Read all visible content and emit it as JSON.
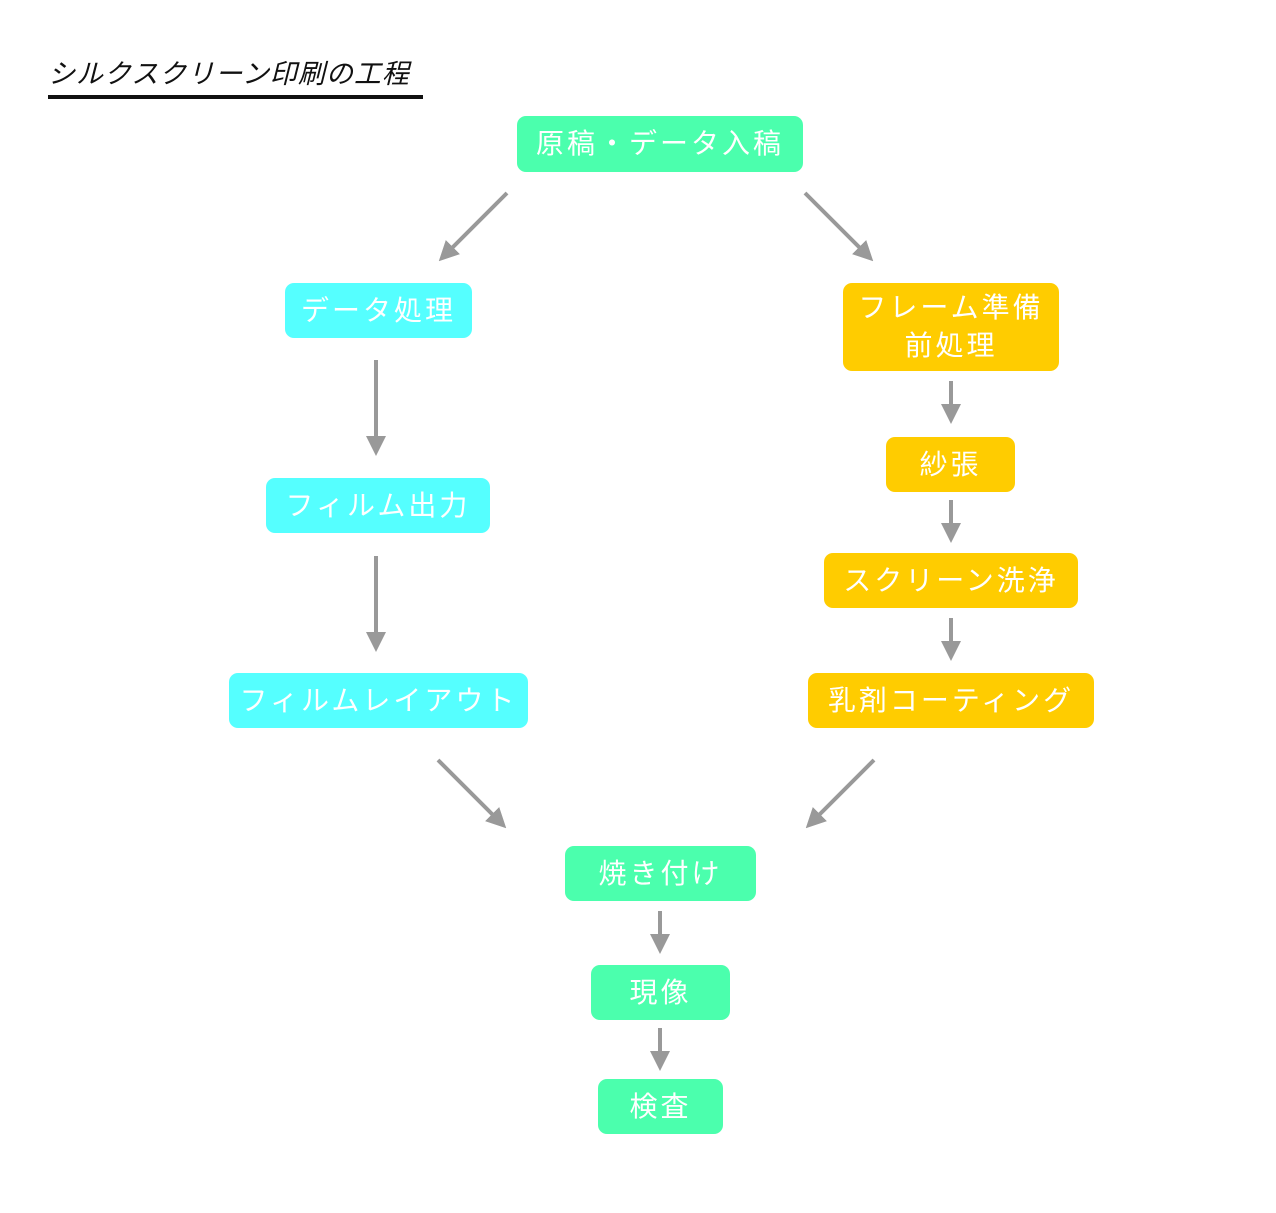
{
  "title": "シルクスクリーン印刷の工程",
  "colors": {
    "common": "#4bffad",
    "data_branch": "#55ffff",
    "frame_branch": "#ffcc00",
    "arrow": "#999999"
  },
  "nodes": {
    "start": "原稿・データ入稿",
    "data_processing": "データ処理",
    "film_output": "フィルム出力",
    "film_layout": "フィルムレイアウト",
    "frame_prep": "フレーム準備\n前処理",
    "mesh_stretch": "紗張",
    "screen_wash": "スクリーン洗浄",
    "emulsion_coating": "乳剤コーティング",
    "exposure": "焼き付け",
    "development": "現像",
    "inspection": "検査"
  }
}
